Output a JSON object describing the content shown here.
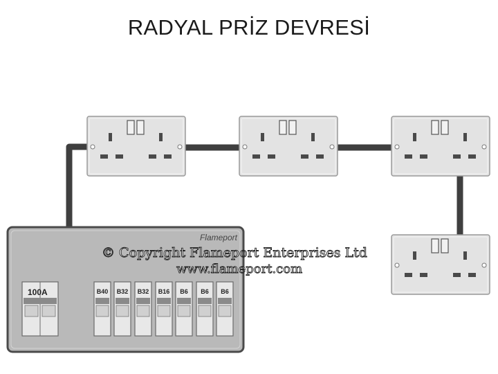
{
  "title": "RADYAL PRİZ DEVRESİ",
  "consumer_unit": {
    "brand": "Flameport",
    "main_switch_label": "100A",
    "breakers": [
      "B40",
      "B32",
      "B32",
      "B16",
      "B6",
      "B6",
      "B6"
    ]
  },
  "watermark": {
    "line1": "© Copyright Flameport Enterprises Ltd",
    "line2": "www.flameport.com"
  },
  "sockets": [
    "socket-1",
    "socket-2",
    "socket-3",
    "socket-4"
  ],
  "colors": {
    "cable": "#3f3f3f",
    "socket_face": "#e3e3e3",
    "unit_body": "#b9b9b9",
    "breaker": "#e8e8e8"
  }
}
